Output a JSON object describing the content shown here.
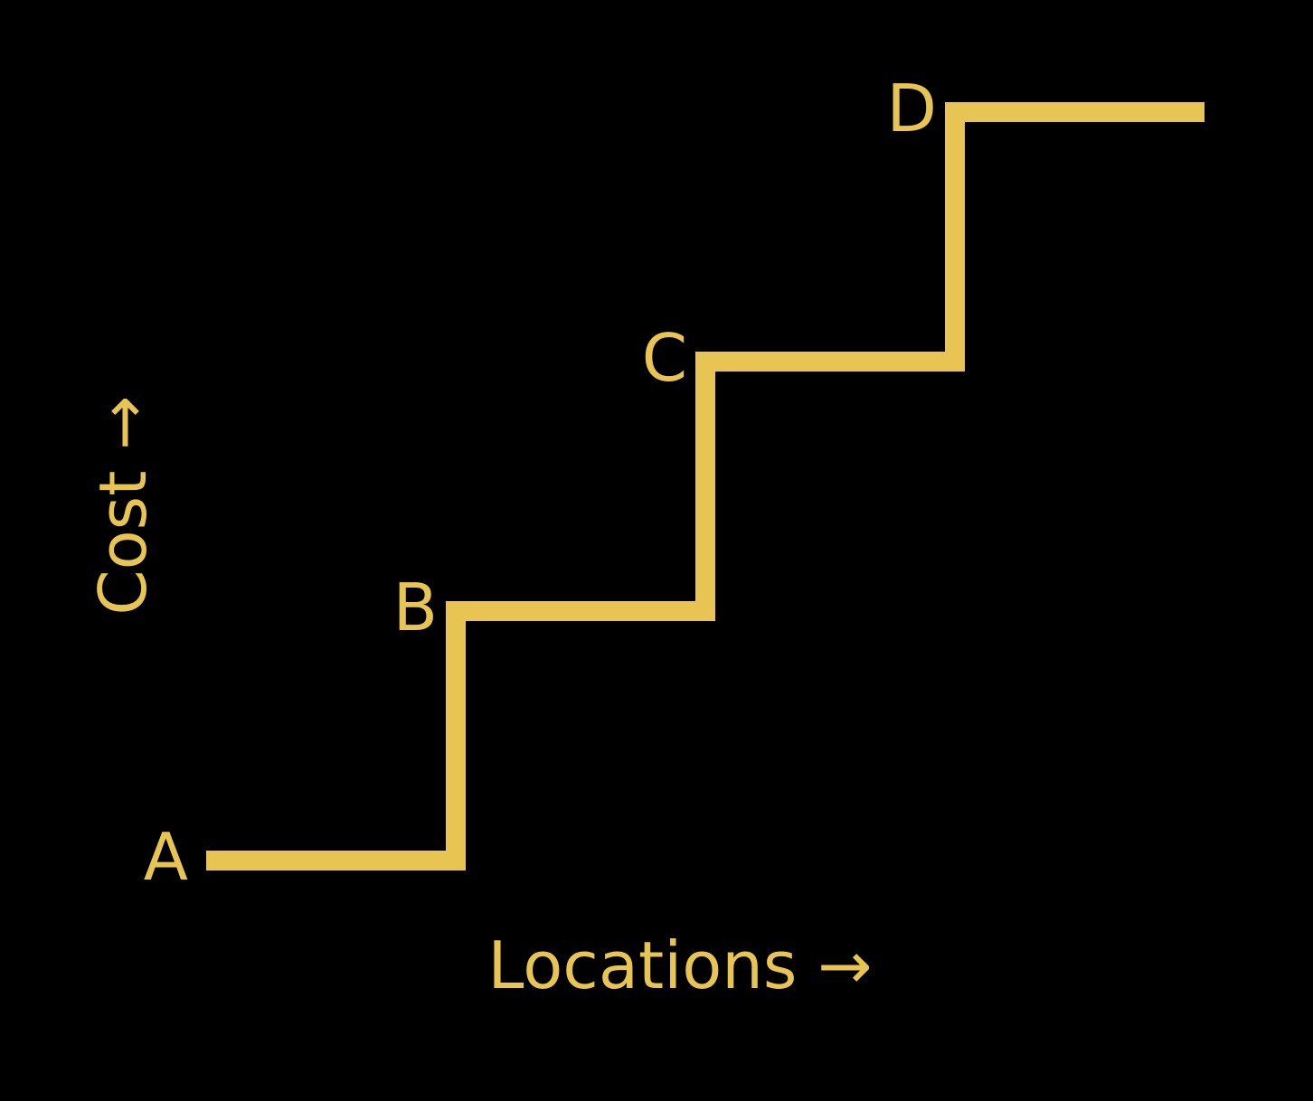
{
  "colors": {
    "background": "#000000",
    "accent": "#E8C552"
  },
  "chart_data": {
    "type": "line",
    "interpolation": "step-after",
    "xlabel": "Locations →",
    "ylabel": "Cost →",
    "grid": false,
    "legend": "none",
    "series": [
      {
        "points": [
          {
            "label": "A",
            "x": 0,
            "y": 0
          },
          {
            "label": "B",
            "x": 1,
            "y": 1
          },
          {
            "label": "C",
            "x": 2,
            "y": 2
          },
          {
            "label": "D",
            "x": 3,
            "y": 3
          }
        ],
        "x_end": 4
      }
    ]
  }
}
